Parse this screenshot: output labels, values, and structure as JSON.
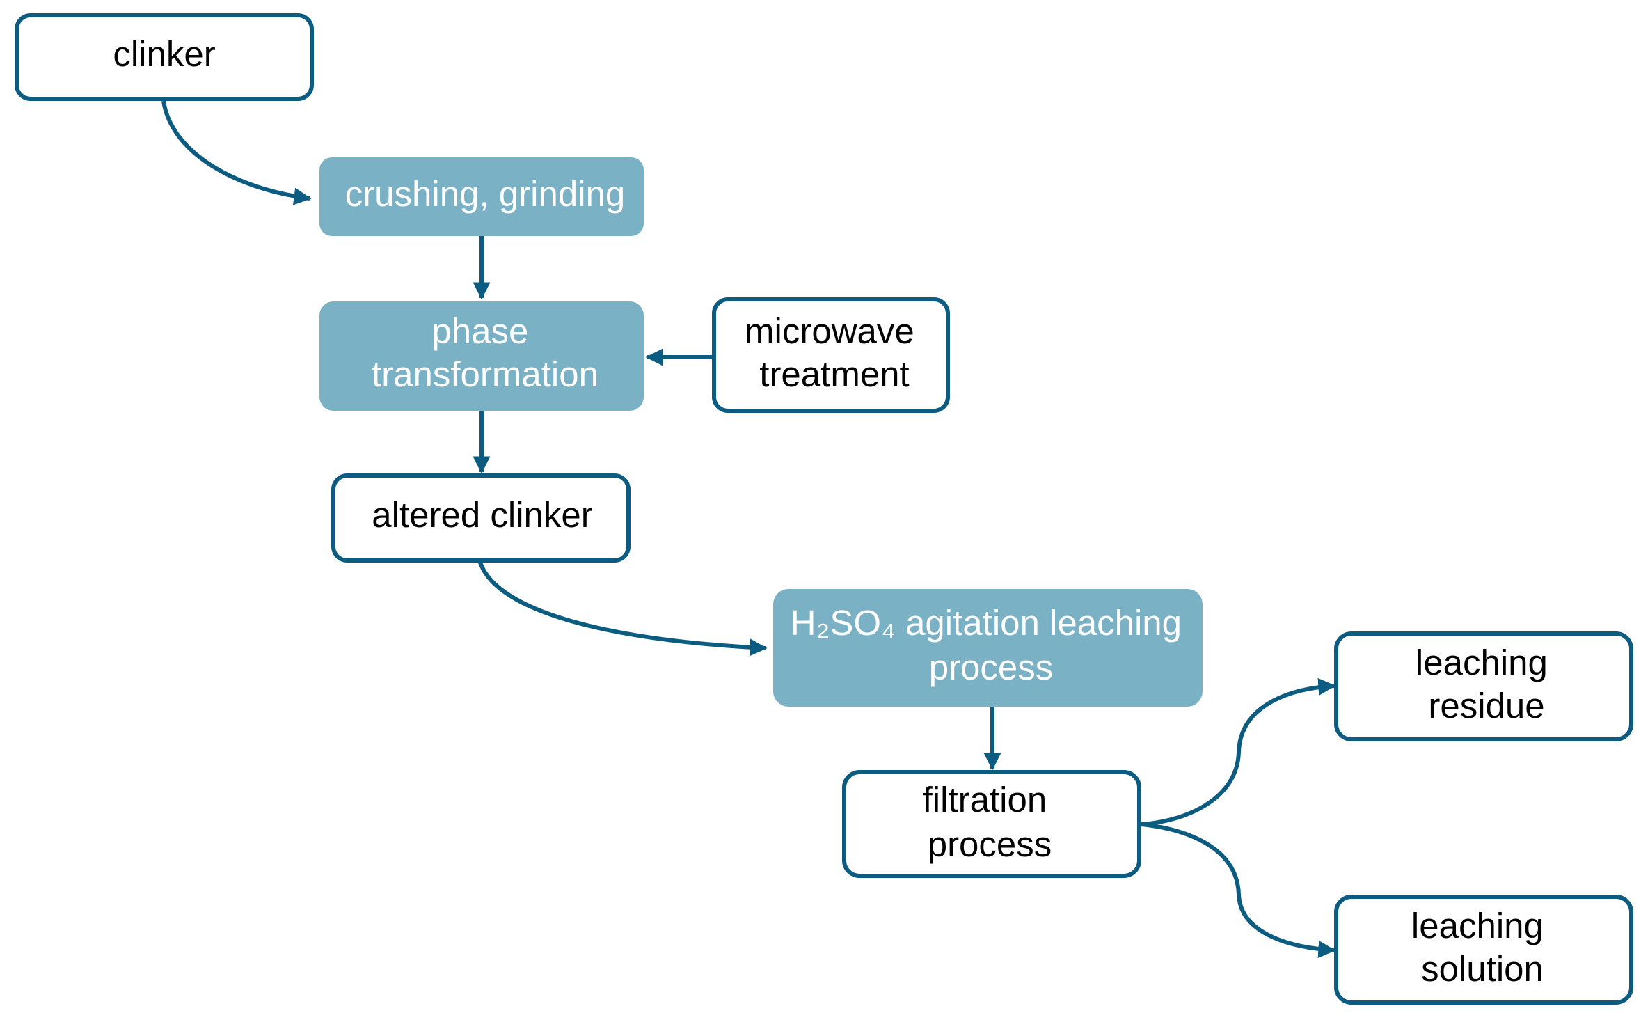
{
  "colors": {
    "stroke": "#0b5c80",
    "filled_box": "#7ab1c5",
    "outline_box_fill": "#ffffff",
    "dark_text": "#000000",
    "light_text": "#ffffff"
  },
  "nodes": {
    "clinker": {
      "lines": [
        "clinker"
      ],
      "style": "outline"
    },
    "crushing": {
      "lines": [
        "crushing, grinding"
      ],
      "style": "filled"
    },
    "phase": {
      "lines": [
        "phase",
        "transformation"
      ],
      "style": "filled"
    },
    "microwave": {
      "lines": [
        "microwave",
        "treatment"
      ],
      "style": "outline"
    },
    "altered": {
      "lines": [
        "altered clinker"
      ],
      "style": "outline"
    },
    "leaching_process": {
      "lines": [
        "H₂SO₄ agitation leaching",
        "process"
      ],
      "style": "filled"
    },
    "filtration": {
      "lines": [
        "filtration",
        "process"
      ],
      "style": "outline"
    },
    "residue": {
      "lines": [
        "leaching",
        "residue"
      ],
      "style": "outline"
    },
    "solution": {
      "lines": [
        "leaching",
        "solution"
      ],
      "style": "outline"
    }
  },
  "edges": [
    {
      "from": "clinker",
      "to": "crushing"
    },
    {
      "from": "crushing",
      "to": "phase"
    },
    {
      "from": "microwave",
      "to": "phase"
    },
    {
      "from": "phase",
      "to": "altered"
    },
    {
      "from": "altered",
      "to": "leaching_process"
    },
    {
      "from": "leaching_process",
      "to": "filtration"
    },
    {
      "from": "filtration",
      "to": "residue"
    },
    {
      "from": "filtration",
      "to": "solution"
    }
  ]
}
